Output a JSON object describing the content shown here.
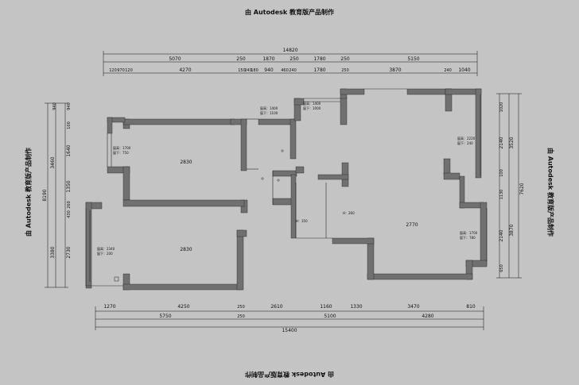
{
  "watermark": {
    "top": "由 Autodesk 教育版产品制作",
    "bottom": "由 Autodesk 教育版产品制作",
    "left": "由 Autodesk 教育版产品制作",
    "right": "由 Autodesk 教育版产品制作"
  },
  "colors": {
    "background": "#c4c4c4",
    "wall_fill": "#707070",
    "line": "#111111",
    "thin_line": "#3a3a3a"
  },
  "dimensions": {
    "top_total": "14820",
    "top_row1": [
      "5070",
      "250",
      "1870",
      "250",
      "1780",
      "250",
      "5150"
    ],
    "top_row2": [
      "120",
      "970",
      "120",
      "4270",
      "150",
      "240",
      "180",
      "940",
      "460",
      "240",
      "1780",
      "250",
      "3870",
      "240",
      "1040"
    ],
    "bottom_total": "15400",
    "bottom_row1": [
      "5750",
      "250",
      "5100",
      "4280"
    ],
    "bottom_row2": [
      "1270",
      "4250",
      "250",
      "2610",
      "1160",
      "1330",
      "3470",
      "810"
    ],
    "left_total": "8190",
    "left_row1": [
      "3460",
      "3380"
    ],
    "left_row2": [
      "940",
      "940",
      "100",
      "1640",
      "1350",
      "260",
      "430",
      "2730"
    ],
    "right_total": "7620",
    "right_row1": [
      "3520",
      "3870"
    ],
    "right_row2": [
      "1020",
      "2140",
      "100",
      "1130",
      "2140",
      "650"
    ]
  },
  "rooms": [
    {
      "area_label": "2830"
    },
    {
      "area_label": "2830"
    },
    {
      "area_label": "2770"
    }
  ],
  "window_notes": [
    {
      "line1": "窗高：1700",
      "line2": "窗下：750"
    },
    {
      "line1": "窗高：2340",
      "line2": "窗下：200"
    },
    {
      "line1": "窗高：1400",
      "line2": "窗下：1100"
    },
    {
      "line1": "窗高：1400",
      "line2": "窗下：1000"
    },
    {
      "line1": "窗高：2220",
      "line2": "窗下：240"
    },
    {
      "line1": "窗高：1700",
      "line2": "窗下：780"
    }
  ],
  "beam_labels": [
    "H：350",
    "H：260"
  ]
}
